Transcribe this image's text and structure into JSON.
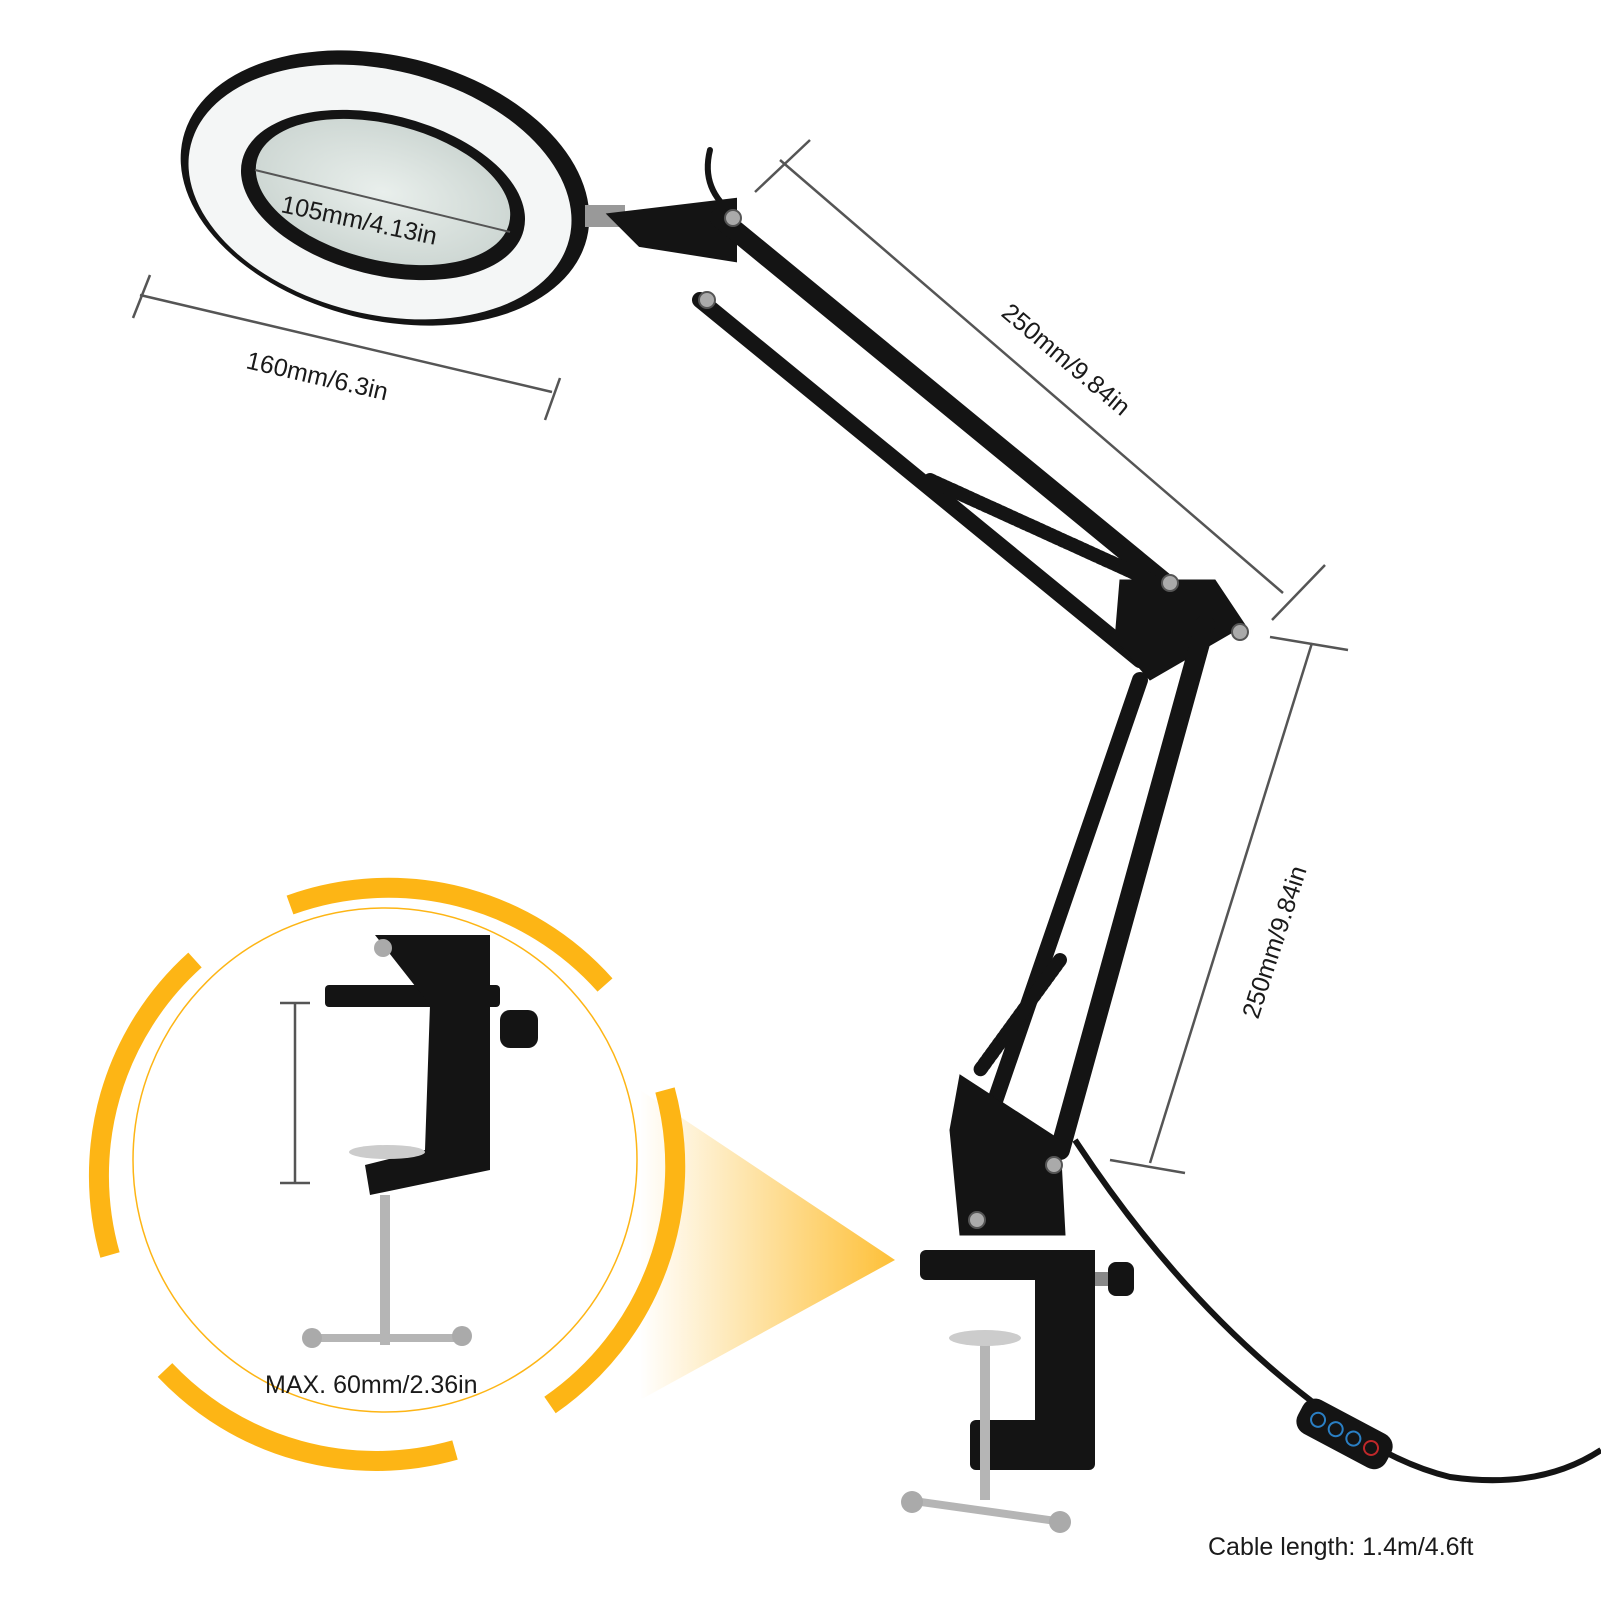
{
  "dimensions": {
    "lens_diameter": "105mm/4.13in",
    "head_width": "160mm/6.3in",
    "upper_arm": "250mm/9.84in",
    "lower_arm": "250mm/9.84in",
    "clamp_max": "MAX. 60mm/2.36in",
    "cable_length": "Cable length: 1.4m/4.6ft"
  },
  "colors": {
    "accent": "#FDB515",
    "lamp_body": "#141414",
    "led_ring": "#f4f6f6",
    "controller_buttons": "#2a7fc4",
    "power_button": "#c0282a"
  }
}
